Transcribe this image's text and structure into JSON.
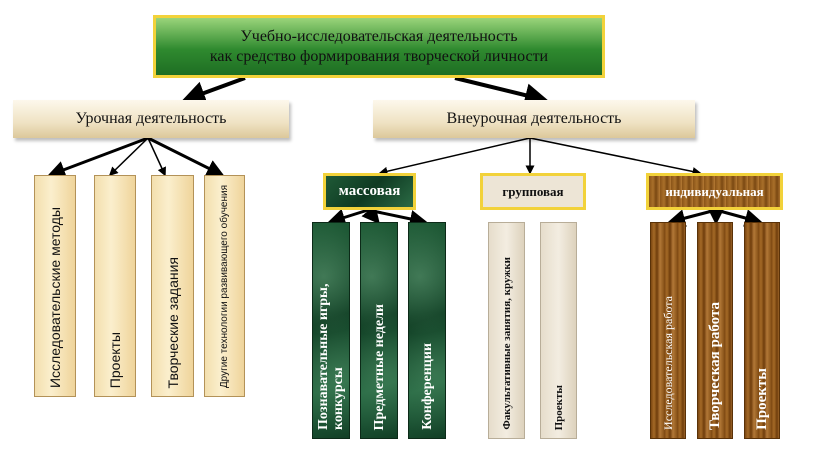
{
  "root": {
    "line1": "Учебно-исследовательская деятельность",
    "line2": "как средство формирования творческой личности"
  },
  "branches": {
    "left": "Урочная деятельность",
    "right": "Внеурочная деятельность"
  },
  "left_items": [
    "Исследовательские методы",
    "Проекты",
    "Творческие задания",
    "Другие технологии развивающего обучения"
  ],
  "groups": {
    "mass": "массовая",
    "group": "групповая",
    "individual": "индивидуальная"
  },
  "mass_items": [
    "Познавательные игры, конкурсы",
    "Предметные недели",
    "Конференции"
  ],
  "group_items": [
    "Факультативные занятия, кружки",
    "Проекты"
  ],
  "individual_items": [
    "Исследовательская работа",
    "Творческая работа",
    "Проекты"
  ]
}
